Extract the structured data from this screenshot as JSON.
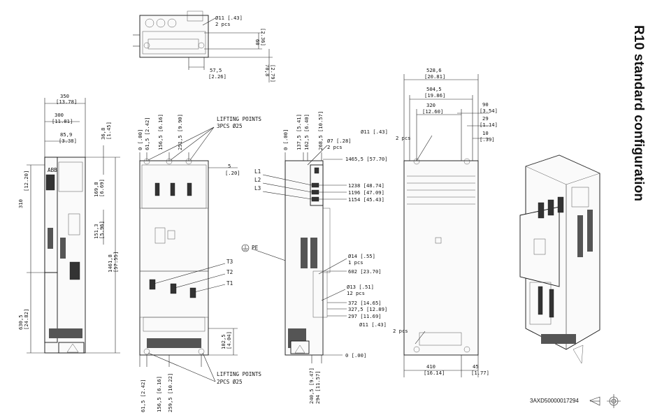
{
  "title": "R10 standard configuration",
  "doc_id": "3AXD50000017294",
  "top_view": {
    "dims": [
      "Ø11 [.43]",
      "2 pcs",
      "60",
      "[2.36]",
      "57,5",
      "[2.26]",
      "70,8",
      "[2.79]"
    ]
  },
  "side_view": {
    "dims": [
      "350",
      "[13.78]",
      "300",
      "[11.81]",
      "85,9",
      "[3.38]",
      "36,8",
      "[1.45]",
      "310",
      "[12.20]",
      "169,8",
      "[6.69]",
      "151,3",
      "[5.96]",
      "1461,8",
      "[57.55]",
      "630,5",
      "[24.82]"
    ],
    "logo": "ABB"
  },
  "front_view": {
    "top_dims": [
      "0 [.00]",
      "61,5 [2.42]",
      "156,5 [6.16]",
      "251,5 [9.90]"
    ],
    "bottom_dims": [
      "61,5 [2.42]",
      "156,5 [6.16]",
      "259,5 [10.22]"
    ],
    "lifting_top": [
      "LIFTING POINTS",
      "3PCS Ø25"
    ],
    "lifting_bottom": [
      "LIFTING POINTS",
      "2PCS Ø25"
    ],
    "right_dims": [
      "5",
      "[.20]",
      "102,5",
      "[4.04]"
    ],
    "terminals": [
      "T3",
      "T2",
      "T1"
    ],
    "pe": "PE"
  },
  "section_view": {
    "top_dims": [
      "0 [.00]",
      "137,5 [5.41]",
      "162,5 [6.40]",
      "268,5 [10.57]"
    ],
    "callouts": [
      "Ø7 [.28]",
      "2 pcs",
      "1465,5 [57.70]",
      "1238 [48.74]",
      "1196 [47.09]",
      "1154 [45.43]",
      "Ø14 [.55]",
      "1 pcs",
      "602 [23.70]",
      "Ø13 [.51]",
      "12 pcs",
      "372 [14.65]",
      "327,5 [12.89]",
      "297 [11.69]",
      "0 [.00]"
    ],
    "lines": [
      "L1",
      "L2",
      "L3"
    ],
    "bottom_dims": [
      "240,5 [9.47]",
      "294 [11.57]"
    ]
  },
  "back_view": {
    "dims": [
      "528,6",
      "[20.81]",
      "504,5",
      "[19.86]",
      "320",
      "[12.60]",
      "90",
      "[3.54]",
      "29",
      "[1.14]",
      "10",
      "[.39]",
      "Ø11 [.43]",
      "2 pcs",
      "Ø11 [.43]",
      "2 pcs",
      "410",
      "[16.14]",
      "45",
      "[1.77]"
    ]
  },
  "colors": {
    "ink": "#111111",
    "background": "#ffffff"
  }
}
